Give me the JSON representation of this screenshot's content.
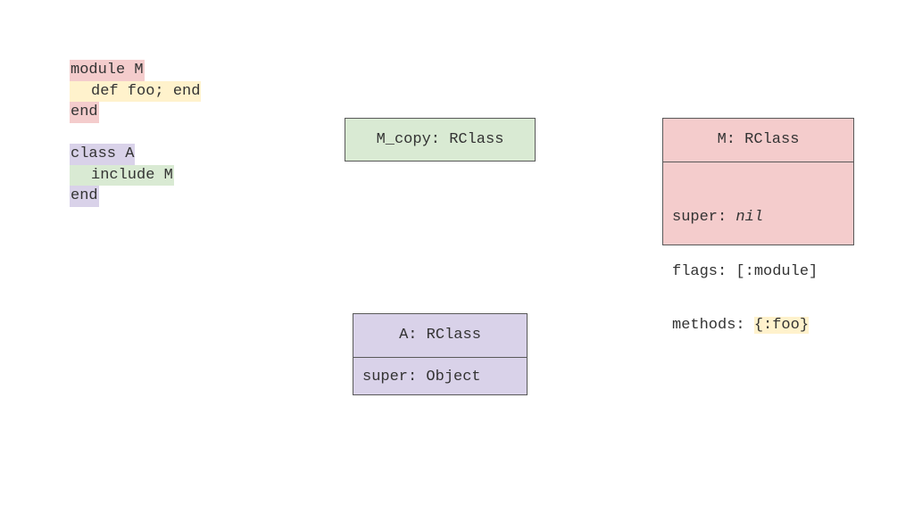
{
  "code": {
    "line1": "module M",
    "line2": "def foo; end",
    "line3": "end",
    "line4": "class A",
    "line5": "include M",
    "line6": "end"
  },
  "boxes": {
    "m_copy": {
      "title": "M_copy: RClass"
    },
    "m": {
      "title": "M: RClass",
      "super_label": "super: ",
      "super_value": "nil",
      "flags_label": "flags: ",
      "flags_value": "[:module]",
      "methods_label": "methods: ",
      "methods_value": "{:foo}"
    },
    "a": {
      "title": "A: RClass",
      "super_label": "super: ",
      "super_value": "Object"
    }
  },
  "colors": {
    "module_highlight": "#f4cccc",
    "method_highlight": "#fff2cc",
    "class_highlight": "#d9d2e9",
    "include_highlight": "#d9ead3"
  }
}
